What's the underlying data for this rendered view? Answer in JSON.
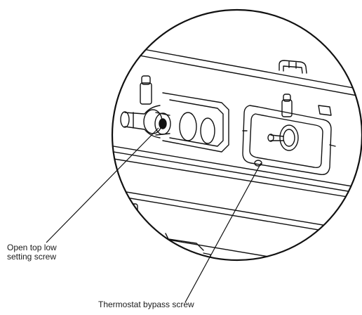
{
  "diagram": {
    "callouts": {
      "low_setting_screw": {
        "line1": "Open top low",
        "line2": "setting screw"
      },
      "bypass_screw": {
        "label": "Thermostat bypass screw"
      }
    }
  }
}
